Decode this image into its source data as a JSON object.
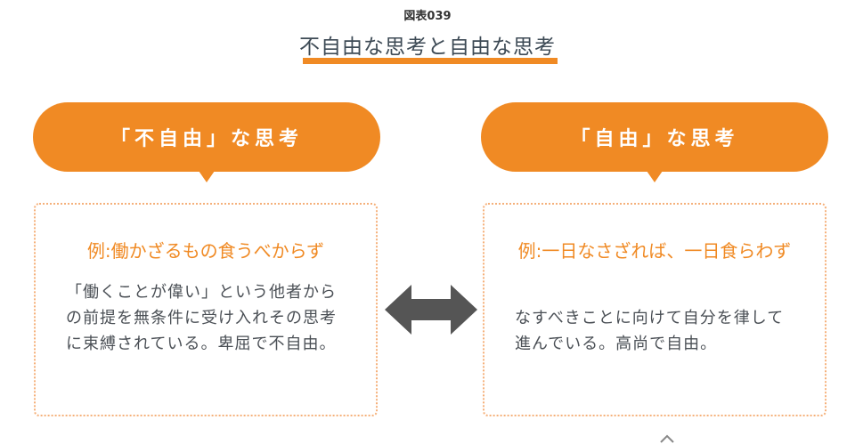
{
  "figure_label": "図表039",
  "title": "不自由な思考と自由な思考",
  "left": {
    "heading": "「不自由」な思考",
    "example": "例:働かざるもの食うべからず",
    "description": "「働くことが偉い」という他者からの前提を無条件に受け入れその思考に束縛されている。卑屈で不自由。"
  },
  "right": {
    "heading": "「自由」な思考",
    "example": "例:一日なさざれば、一日食らわず",
    "description": "なすべきことに向けて自分を律して進んでいる。高尚で自由。"
  },
  "colors": {
    "accent": "#f08a24",
    "arrow": "#555555"
  }
}
